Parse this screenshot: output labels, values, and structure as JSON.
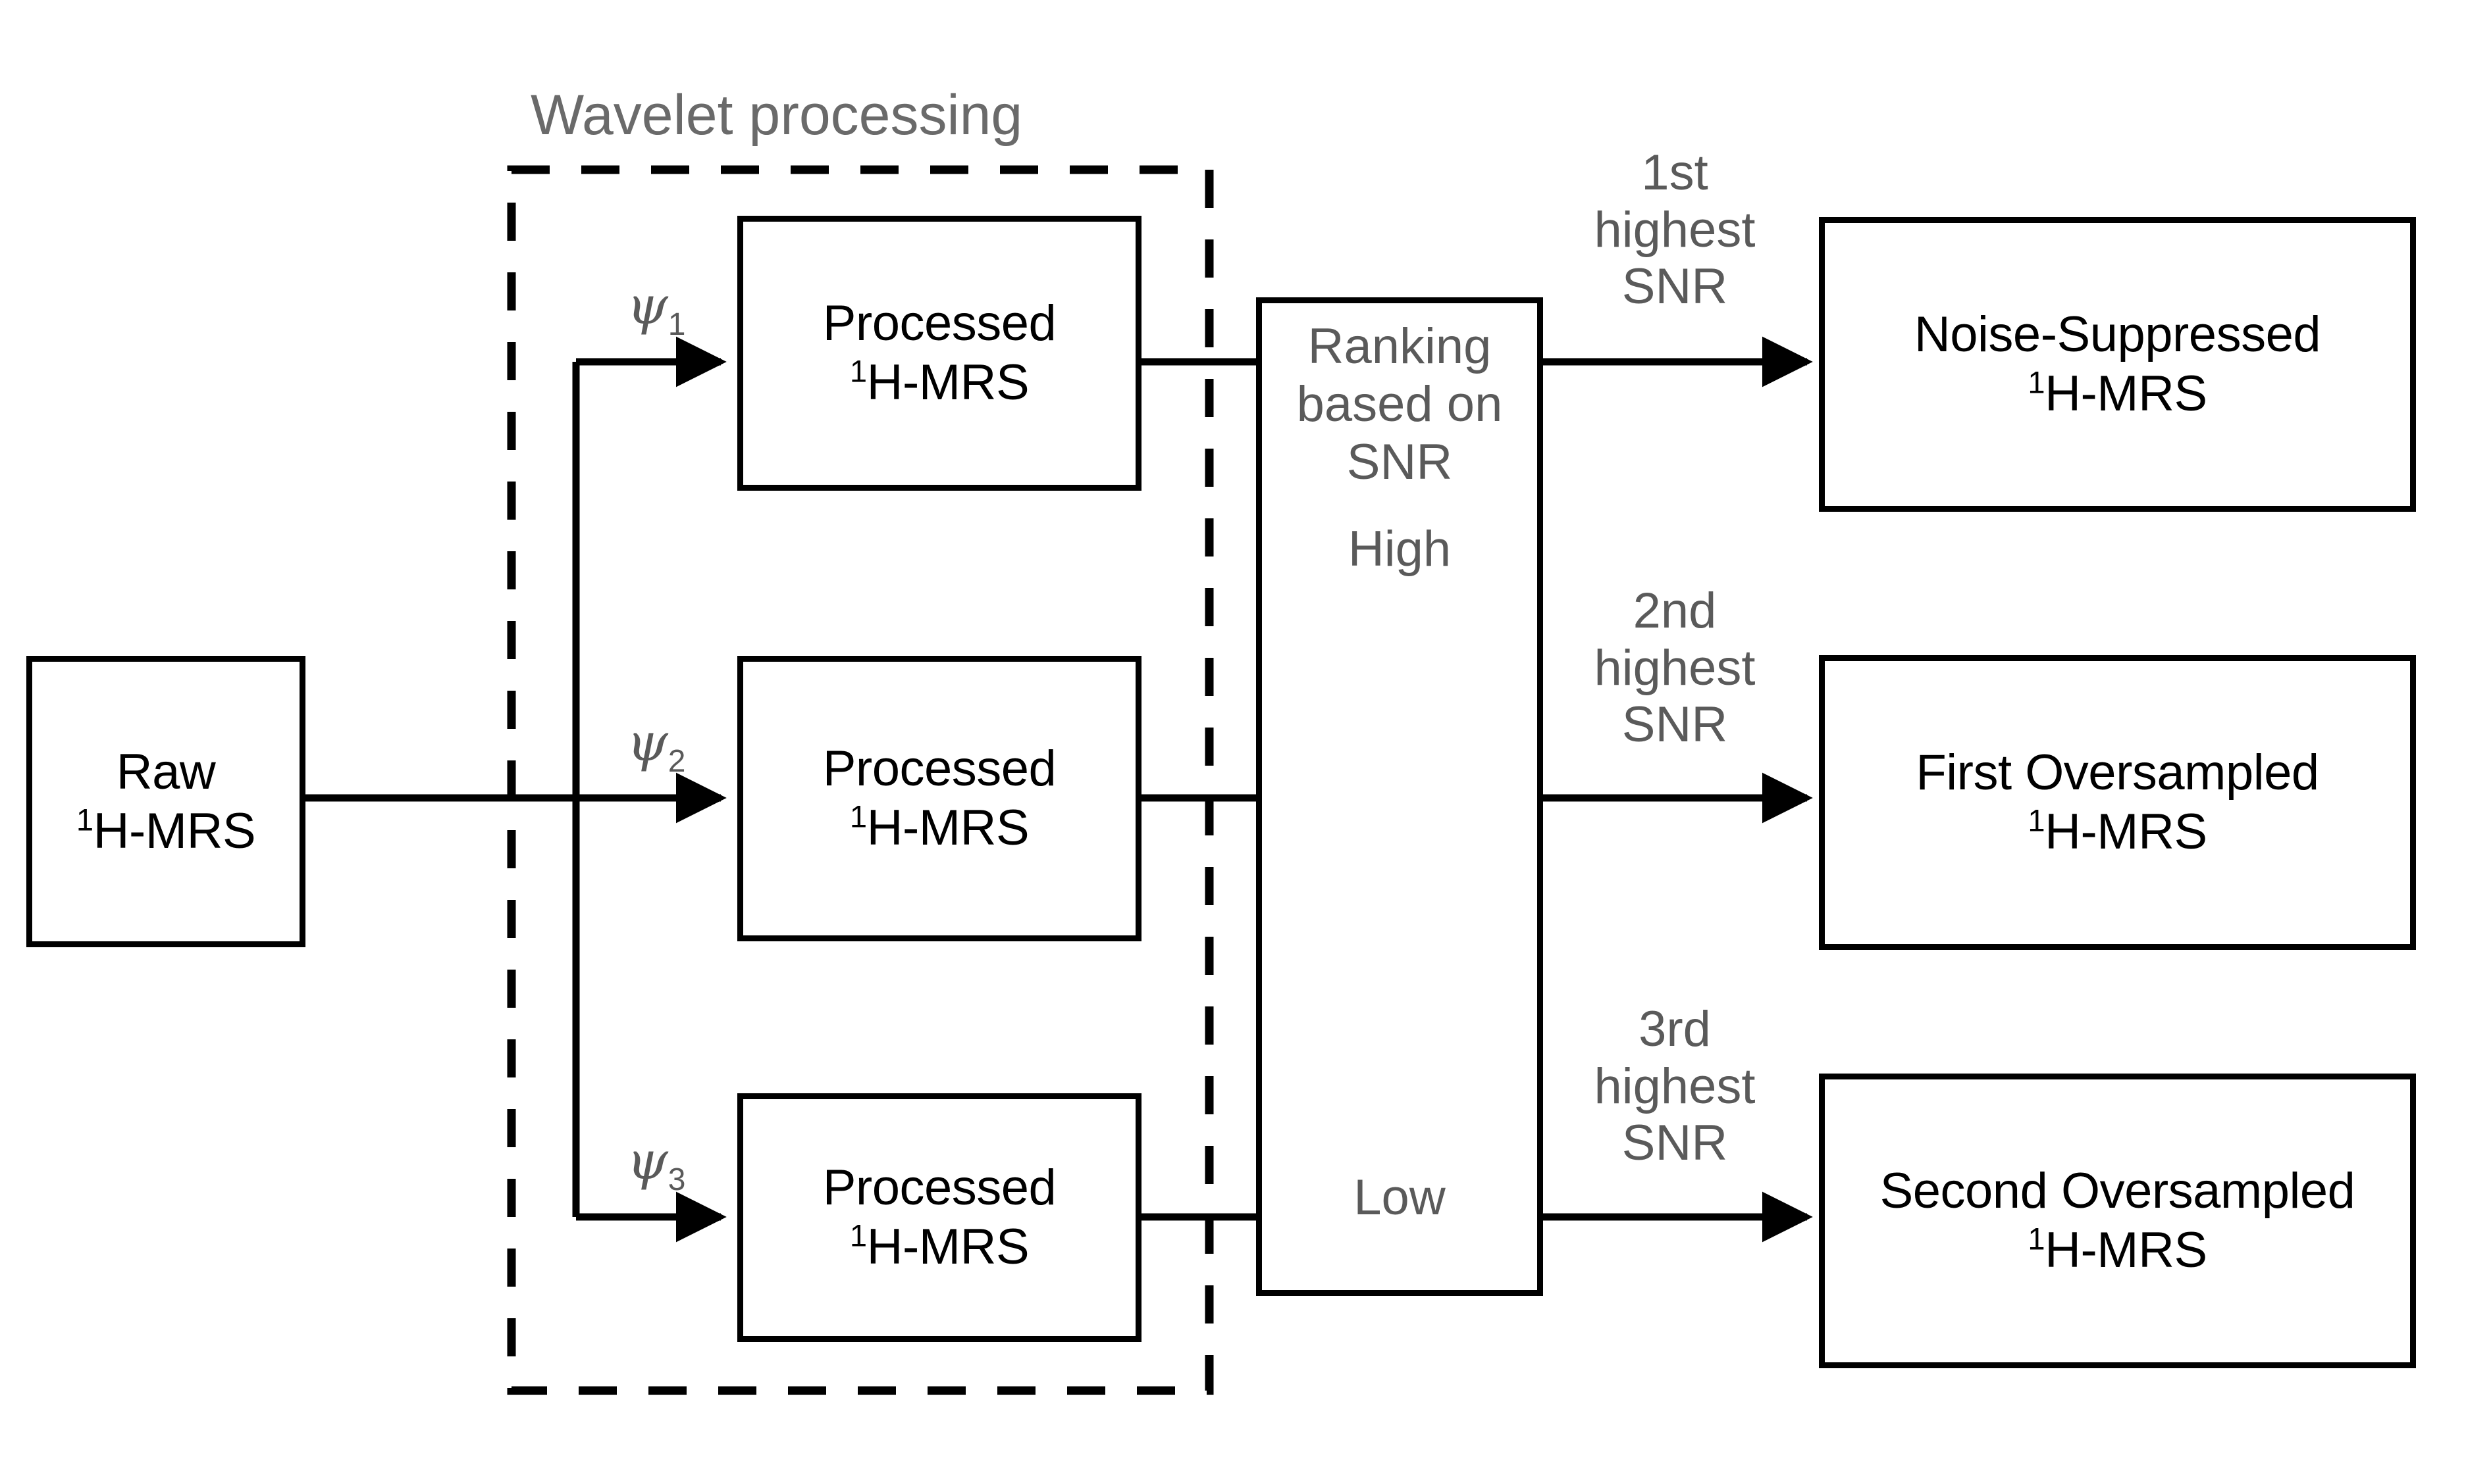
{
  "figure": {
    "kind": "flow-diagram",
    "background_color": "#ffffff",
    "line_color": "#000000",
    "muted_text_color": "#5a5a5a"
  },
  "group": {
    "title": "Wavelet processing",
    "border_style": "dashed"
  },
  "input_node": {
    "line1": "Raw",
    "line2_prefix": "1",
    "line2": "H-MRS"
  },
  "wavelet_branches": [
    {
      "symbol": "ψ",
      "subscript": "1"
    },
    {
      "symbol": "ψ",
      "subscript": "2"
    },
    {
      "symbol": "ψ",
      "subscript": "3"
    }
  ],
  "processed_nodes": [
    {
      "line1": "Processed",
      "line2_prefix": "1",
      "line2": "H-MRS"
    },
    {
      "line1": "Processed",
      "line2_prefix": "1",
      "line2": "H-MRS"
    },
    {
      "line1": "Processed",
      "line2_prefix": "1",
      "line2": "H-MRS"
    }
  ],
  "ranking_node": {
    "title_line1": "Ranking",
    "title_line2": "based on",
    "title_line3": "SNR",
    "scale_top": "High",
    "scale_bottom": "Low",
    "scale_arrow": "downward-dashed"
  },
  "rank_labels": [
    {
      "line1": "1st",
      "line2": "highest",
      "line3": "SNR"
    },
    {
      "line1": "2nd",
      "line2": "highest",
      "line3": "SNR"
    },
    {
      "line1": "3rd",
      "line2": "highest",
      "line3": "SNR"
    }
  ],
  "output_nodes": [
    {
      "line1": "Noise-Suppressed",
      "line2_prefix": "1",
      "line2": "H-MRS"
    },
    {
      "line1": "First Oversampled",
      "line2_prefix": "1",
      "line2": "H-MRS"
    },
    {
      "line1": "Second Oversampled",
      "line2_prefix": "1",
      "line2": "H-MRS"
    }
  ]
}
